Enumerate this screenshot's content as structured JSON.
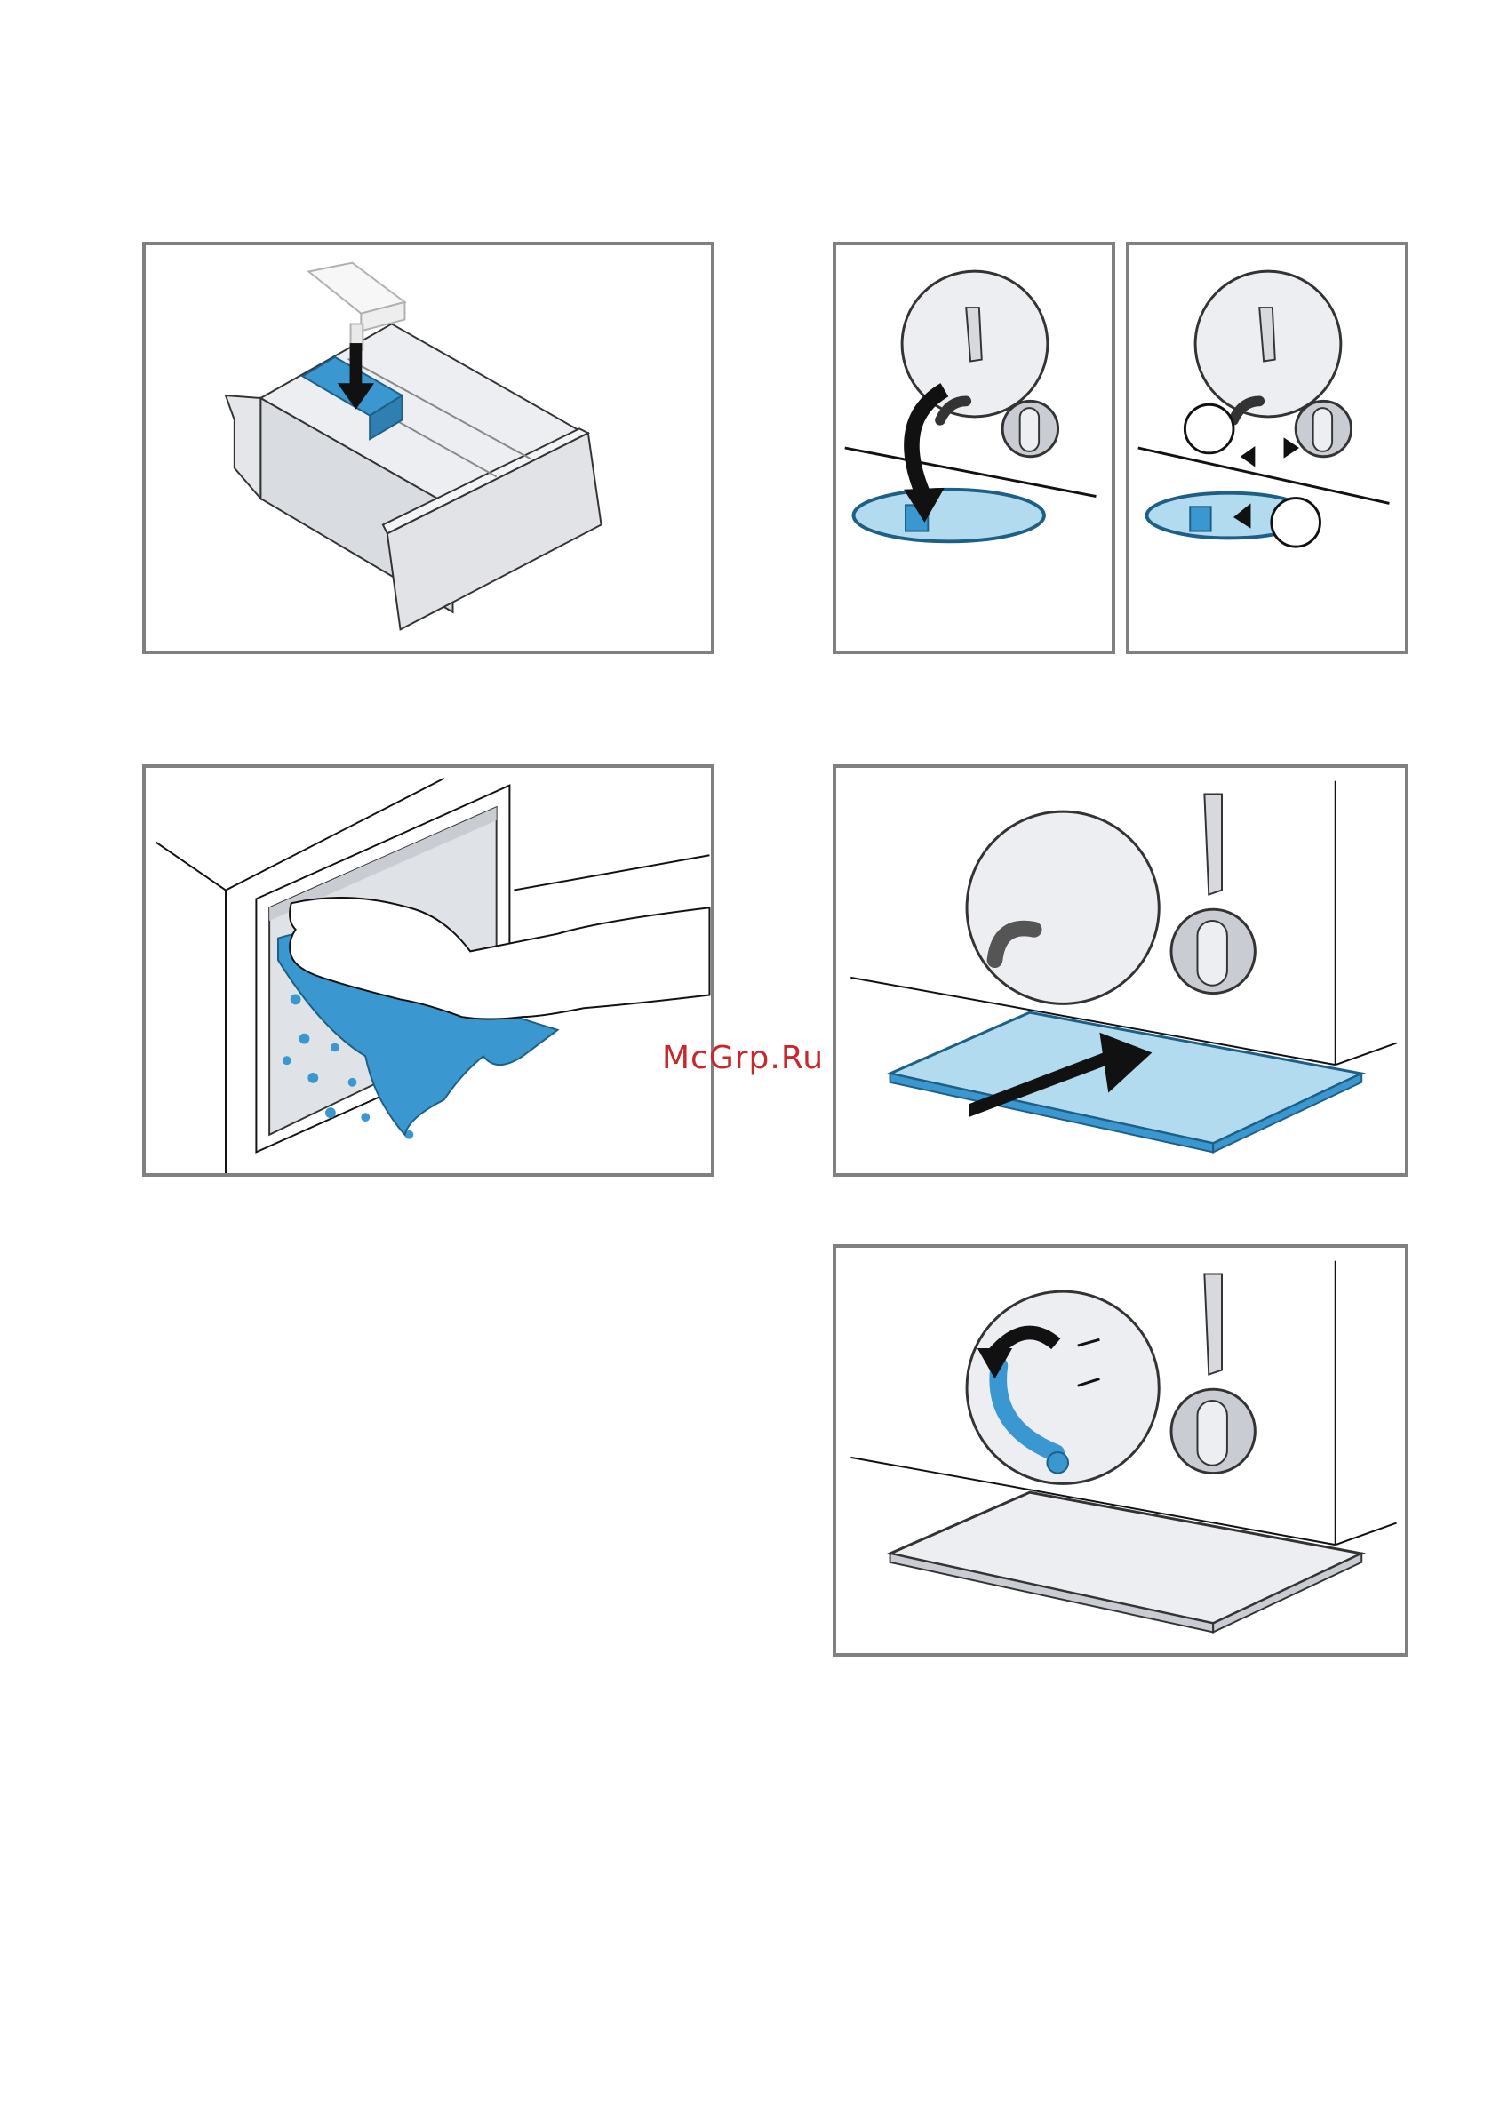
{
  "watermark": "McGrp.Ru",
  "colors": {
    "accent_blue": "#3a97cf",
    "light_blue": "#b3dbef",
    "panel_border": "#808080",
    "drawing_grey": "#e4e6ea",
    "watermark_red": "#c8282b"
  },
  "figures": [
    {
      "name": "detergent-drawer-insert",
      "icon": "arrow-down-icon"
    },
    {
      "name": "pump-cover-open",
      "icon": "curved-arrow-icon"
    },
    {
      "name": "pump-cover-remove",
      "icon": "callout-circles"
    },
    {
      "name": "drawer-recess-wipe",
      "icon": "cloth-hand-icon"
    },
    {
      "name": "tray-slide-under",
      "icon": "arrow-right-icon"
    },
    {
      "name": "hose-turn-down",
      "icon": "rotate-arrow-icon"
    }
  ]
}
